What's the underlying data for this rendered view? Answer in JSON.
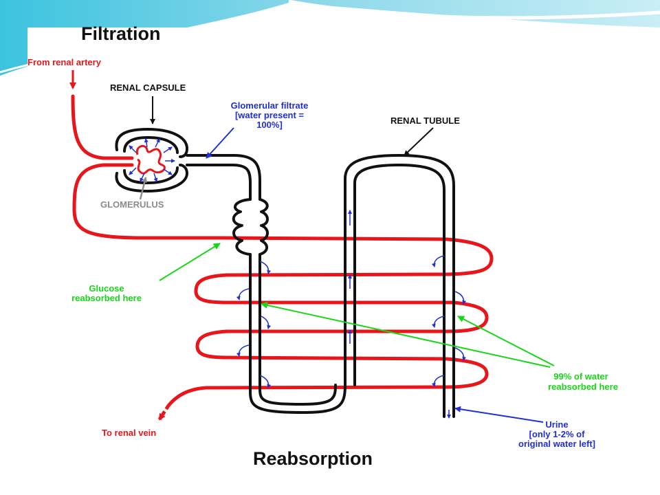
{
  "titles": {
    "top": "Filtration",
    "bottom": "Reabsorption"
  },
  "labels": {
    "renal_artery": "From renal artery",
    "renal_capsule": "RENAL CAPSULE",
    "glomerular_filtrate": [
      "Glomerular filtrate",
      "[water present =",
      "100%]"
    ],
    "renal_tubule": "RENAL TUBULE",
    "glomerulus": "GLOMERULUS",
    "glucose": [
      "Glucose",
      "reabsorbed here"
    ],
    "water": [
      "99% of water",
      "reabsorbed here"
    ],
    "renal_vein": "To renal vein",
    "urine": [
      "Urine",
      "[only 1-2% of",
      "original water left]"
    ]
  },
  "colors": {
    "blood": "#e8151b",
    "tubule": "#111111",
    "arrow_blue": "#1f2fd6",
    "label_green": "#16d616",
    "label_red": "#e8151b",
    "label_blue": "#1f2fd6",
    "label_gray": "#8c8c8c",
    "deco_teal": "#2fb8d6"
  }
}
